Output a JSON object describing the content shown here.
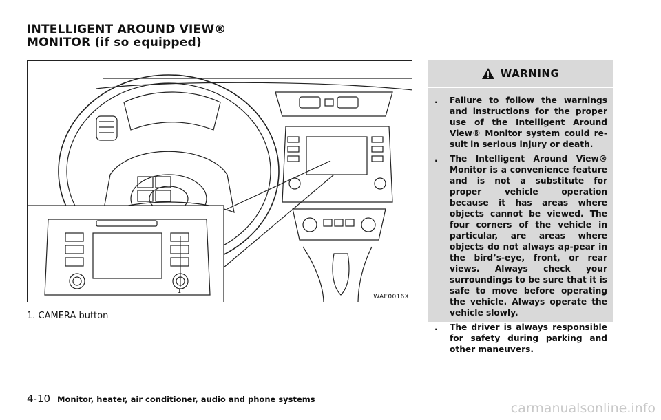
{
  "section_title": {
    "line1": "INTELLIGENT AROUND VIEW®",
    "line2": "MONITOR (if so equipped)"
  },
  "figure": {
    "callout_number": "1",
    "figure_code": "WAE0016X",
    "caption": "1. CAMERA button"
  },
  "warning": {
    "heading": "WARNING",
    "icon": "warning-triangle-icon",
    "bullet_glyph": ".",
    "items": [
      "Failure to follow the warnings and instructions for the proper use of the Intelligent Around View® Monitor system could re-sult in serious injury or death.",
      "The Intelligent Around View® Monitor is a convenience feature and is not a substitute for proper vehicle operation because it has areas where objects cannot be viewed. The four corners of the vehicle in particular, are areas where objects do not always ap-pear in the bird’s-eye, front, or rear views. Always check your surroundings to be sure that it is safe to move before operating the vehicle. Always operate the vehicle slowly.",
      "The driver is always responsible for safety during parking and other maneuvers."
    ],
    "background_color": "#d9d9d9"
  },
  "footer": {
    "page_number": "4-10",
    "chapter_title": "Monitor, heater, air conditioner, audio and phone systems"
  },
  "watermark": "carmanualsonline.info"
}
